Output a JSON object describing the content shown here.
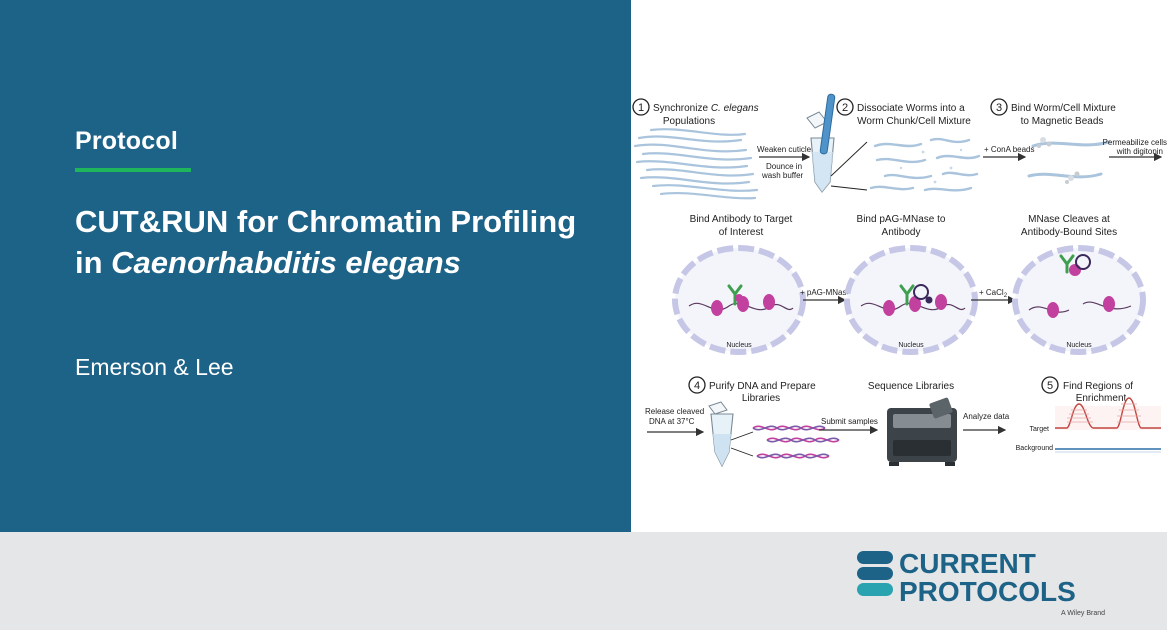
{
  "header": {
    "label": "Protocol",
    "title_line1": "CUT&RUN for Chromatin Profiling",
    "title_line2_prefix": "in ",
    "title_line2_italic": "Caenorhabditis elegans",
    "authors": "Emerson & Lee"
  },
  "colors": {
    "panel_blue": "#1d6287",
    "accent_green": "#1fb55a",
    "footer_gray": "#e5e6e7",
    "logo_blue": "#1d6287",
    "logo_teal": "#2aa3b0"
  },
  "figure": {
    "step1": {
      "num": "1",
      "line1a": "Synchronize ",
      "line1b": "C. elegans",
      "line2": "Populations"
    },
    "step2": {
      "num": "2",
      "line1": "Dissociate Worms into a",
      "line2": "Worm Chunk/Cell Mixture"
    },
    "step3": {
      "num": "3",
      "line1": "Bind Worm/Cell Mixture",
      "line2": "to Magnetic Beads"
    },
    "weaken": "Weaken cuticle",
    "dounce1": "Dounce in",
    "dounce2": "wash buffer",
    "cona": "+ ConA beads",
    "perm1": "Permeabilize cells",
    "perm2": "with digitonin",
    "bind_ab1": "Bind Antibody to Target",
    "bind_ab2": "of Interest",
    "bind_pag1": "Bind pAG-MNase to",
    "bind_pag2": "Antibody",
    "mnase1": "MNase Cleaves at",
    "mnase2": "Antibody-Bound Sites",
    "pag_arrow": "+ pAG-MNase",
    "cacl_arrow": "+ CaCl",
    "cacl_sub": "2",
    "nucleus": "Nucleus",
    "step4": {
      "num": "4",
      "line1": "Purify DNA and Prepare",
      "line2": "Libraries"
    },
    "seq": "Sequence Libraries",
    "step5": {
      "num": "5",
      "line1": "Find Regions of",
      "line2": "Enrichment"
    },
    "release1": "Release cleaved",
    "release2": "DNA at 37°C",
    "submit": "Submit samples",
    "analyze": "Analyze data",
    "target": "Target",
    "background": "Background"
  },
  "logo": {
    "word1": "CURRENT",
    "word2": "PROTOCOLS",
    "tagline": "A Wiley Brand"
  }
}
